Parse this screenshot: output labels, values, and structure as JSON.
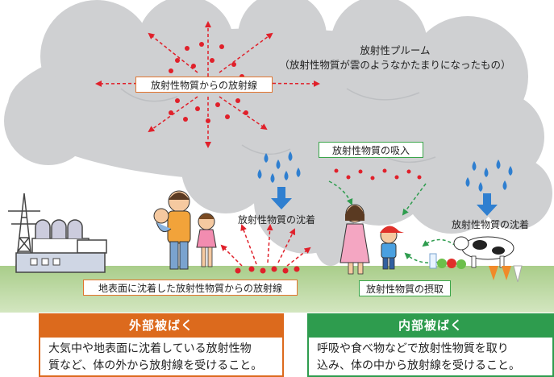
{
  "plume": {
    "title": "放射性プルーム",
    "subtitle": "（放射性物質が雲のようなかたまりになったもの）"
  },
  "labels": {
    "plume_radiation": "放射性物質からの放射線",
    "inhalation": "放射性物質の吸入",
    "deposition_left": "放射性物質の沈着",
    "deposition_right": "放射性物質の沈着",
    "ground_radiation": "地表面に沈着した放射性物質からの放射線",
    "ingestion": "放射性物質の摂取"
  },
  "panels": {
    "external": {
      "title": "外部被ばく",
      "line1": "大気中や地表面に沈着している放射性物",
      "line2": "質など、体の外から放射線を受けること。"
    },
    "internal": {
      "title": "内部被ばく",
      "line1": "呼吸や食べ物などで放射性物質を取り",
      "line2": "込み、体の中から放射線を受けること。"
    }
  },
  "colors": {
    "external": "#dc6a1d",
    "internal": "#2e9c4e",
    "particle": "#e0202a",
    "rain": "#2f7fd0",
    "cloud": "#cfd0d2",
    "ground": "#b7d69a"
  }
}
